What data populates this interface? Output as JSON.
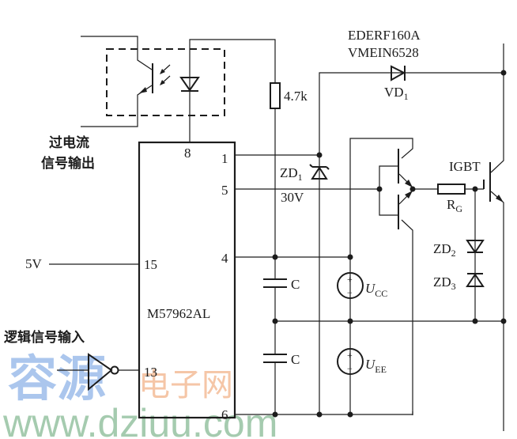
{
  "diagram": {
    "title": "M57962AL IGBT gate driver circuit",
    "labels": {
      "overcurrent_output": [
        "过电流",
        "信号输出"
      ],
      "logic_input": "逻辑信号输入",
      "supply_5v": "5V",
      "ic_name": "M57962AL",
      "resistor_value": "4.7k",
      "diode_part_line1": "EDERF160A",
      "diode_part_line2": "VMEIN6528",
      "diode_ref": "VD",
      "diode_ref_sub": "1",
      "zener1_ref": "ZD",
      "zener1_ref_sub": "1",
      "zener1_value": "30V",
      "zener2_ref": "ZD",
      "zener2_ref_sub": "2",
      "zener3_ref": "ZD",
      "zener3_ref_sub": "3",
      "gate_resistor_ref": "R",
      "gate_resistor_sub": "G",
      "igbt": "IGBT",
      "cap1": "C",
      "cap2": "C",
      "ucc": "U",
      "ucc_sub": "CC",
      "uee": "U",
      "uee_sub": "EE",
      "plus": "+",
      "minus": "−"
    },
    "ic_pins": {
      "p8": "8",
      "p1": "1",
      "p5": "5",
      "p15": "15",
      "p4": "4",
      "p13": "13",
      "p6": "6"
    }
  },
  "watermark": {
    "line1_a": "容源",
    "line1_b": "电子网",
    "line2": "www.dziuu.com"
  }
}
